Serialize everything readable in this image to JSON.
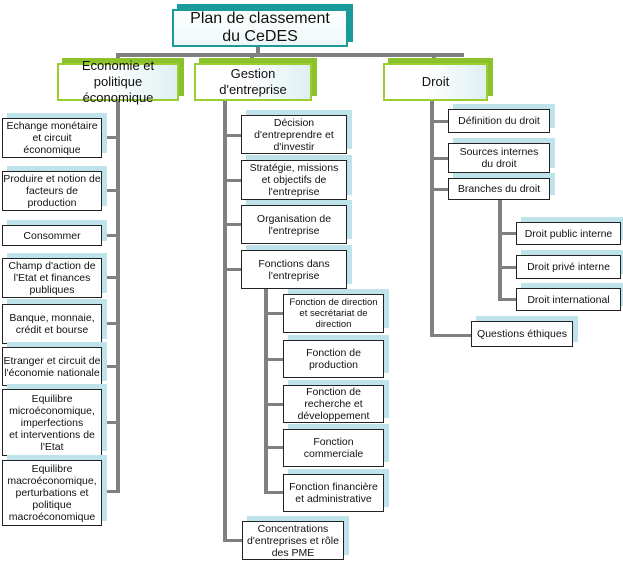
{
  "root": "Plan de classement\ndu CeDES",
  "economie": {
    "title": "Economie et\npolitique économique",
    "items": [
      "Echange monétaire\net circuit\néconomique",
      "Produire et notion de\nfacteurs de\nproduction",
      "Consommer",
      "Champ d'action de\nl'Etat et finances\npubliques",
      "Banque, monnaie,\ncrédit et bourse",
      "Etranger et circuit de\nl'économie nationale",
      "Equilibre\nmicroéconomique,\nimperfections\net interventions de\nl'Etat",
      "Equilibre\nmacroéconomique,\nperturbations et\npolitique\nmacroéconomique"
    ]
  },
  "gestion": {
    "title": "Gestion\nd'entreprise",
    "items": [
      "Décision\nd'entreprendre et\nd'investir",
      "Stratégie, missions\net objectifs de\nl'entreprise",
      "Organisation de\nl'entreprise",
      "Fonctions dans\nl'entreprise",
      "Concentrations\nd'entreprises et rôle\ndes PME"
    ],
    "fonctions": [
      "Fonction de direction\net secrétariat de\ndirection",
      "Fonction de\nproduction",
      "Fonction de\nrecherche et\ndéveloppement",
      "Fonction\ncommerciale",
      "Fonction financière\net administrative"
    ]
  },
  "droit": {
    "title": "Droit",
    "items": [
      "Définition du droit",
      "Sources internes\ndu droit",
      "Branches du droit",
      "Questions éthiques"
    ],
    "branches": [
      "Droit public interne",
      "Droit privé interne",
      "Droit international"
    ]
  }
}
